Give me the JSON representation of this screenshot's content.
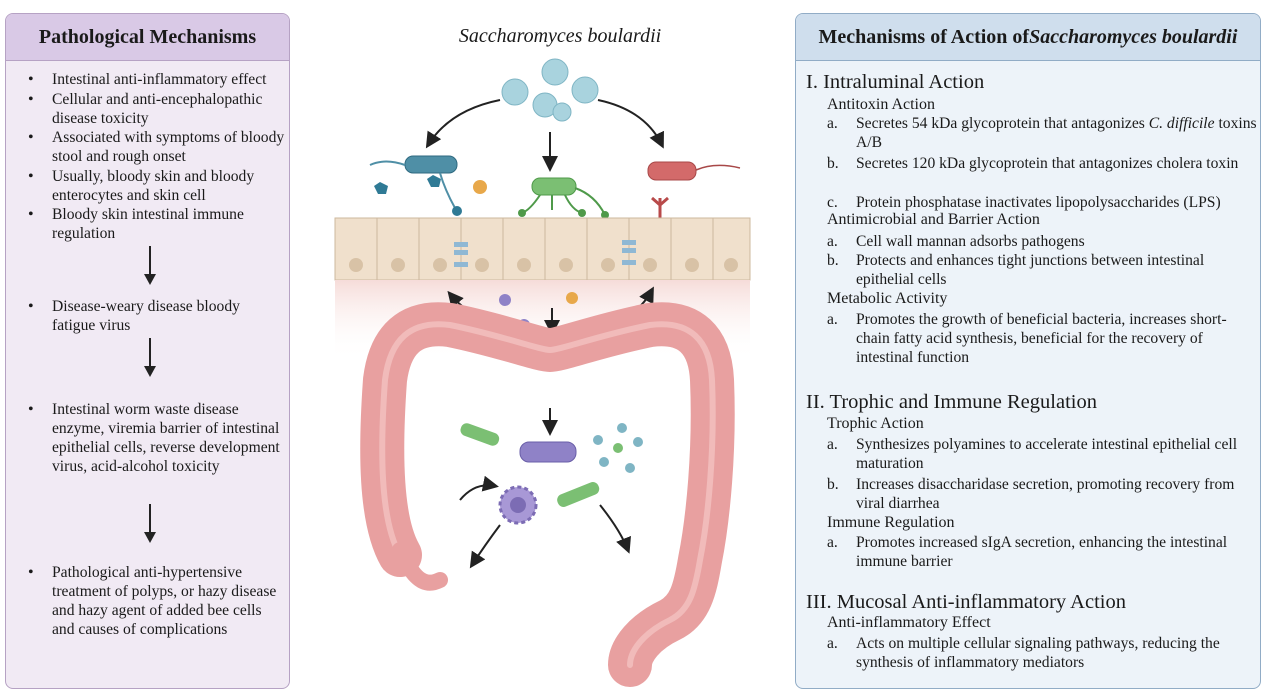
{
  "left_panel": {
    "title": "Pathological Mechanisms",
    "group1": [
      "Intestinal anti-inflammatory effect",
      "Cellular and anti-encephalopathic disease toxicity",
      "Associated with symptoms of bloody stool and rough onset",
      "Usually, bloody skin and bloody enterocytes and skin cell",
      "Bloody skin intestinal immune regulation"
    ],
    "group2": [
      "Disease-weary disease bloody fatigue virus"
    ],
    "group3": [
      "Intestinal worm waste disease enzyme, viremia barrier of intestinal epithelial cells, reverse development virus, acid-alcohol toxicity"
    ],
    "group4": [
      "Pathological anti-hypertensive treatment of polyps, or hazy disease and hazy agent of added bee cells and causes of complications"
    ]
  },
  "center": {
    "title": "Saccharomyces boulardii",
    "icons": [
      "yeast-cluster-icon",
      "bacterium-icon",
      "epithelium-icon",
      "colon-icon",
      "immune-cell-icon",
      "arrow-icon"
    ],
    "colors": {
      "epithelium": "#f0e0cc",
      "colon": "#e8a0a0",
      "yeast": "#a9d3de",
      "toxin": "#4f8fa6",
      "probiotic": "#7bbf73",
      "pathogen": "#d36a6a",
      "purple_cell": "#8f82c7"
    }
  },
  "right_panel": {
    "title_plain": "Mechanisms of Action of ",
    "title_italic": "Saccharomyces boulardii",
    "sections": [
      {
        "title": "I. Intraluminal Action",
        "subsections": [
          {
            "title": "Antitoxin Action",
            "items": [
              {
                "label": "a.",
                "text": "Secretes 54 kDa glycoprotein that antagonizes ",
                "italic": "C. difficile",
                "text2": " toxins A/B"
              },
              {
                "label": "b.",
                "text": "Secretes 120 kDa glycoprotein that antagonizes cholera toxin"
              },
              {
                "label": "c.",
                "text": "Protein phosphatase inactivates lipopolysaccharides (LPS)"
              }
            ]
          },
          {
            "title": "Antimicrobial and Barrier Action",
            "items": [
              {
                "label": "a.",
                "text": "Cell wall mannan adsorbs pathogens"
              },
              {
                "label": "b.",
                "text": "Protects and enhances tight junctions between intestinal epithelial cells"
              }
            ]
          },
          {
            "title": "Metabolic Activity",
            "items": [
              {
                "label": "a.",
                "text": "Promotes the growth of beneficial bacteria, increases short-chain fatty acid synthesis, beneficial for the recovery of intestinal function"
              }
            ]
          }
        ]
      },
      {
        "title": "II. Trophic and Immune Regulation",
        "subsections": [
          {
            "title": "Trophic Action",
            "items": [
              {
                "label": "a.",
                "text": "Synthesizes polyamines to accelerate intestinal epithelial cell maturation"
              },
              {
                "label": "b.",
                "text": "Increases disaccharidase secretion, promoting recovery from viral diarrhea"
              }
            ]
          },
          {
            "title": "Immune Regulation",
            "items": [
              {
                "label": "a.",
                "text": "Promotes increased sIgA secretion, enhancing the intestinal immune barrier"
              }
            ]
          }
        ]
      },
      {
        "title": "III. Mucosal Anti-inflammatory Action",
        "subsections": [
          {
            "title": "Anti-inflammatory Effect",
            "items": [
              {
                "label": "a.",
                "text": "Acts on multiple cellular signaling pathways, reducing the synthesis of inflammatory mediators"
              }
            ]
          }
        ]
      }
    ]
  }
}
